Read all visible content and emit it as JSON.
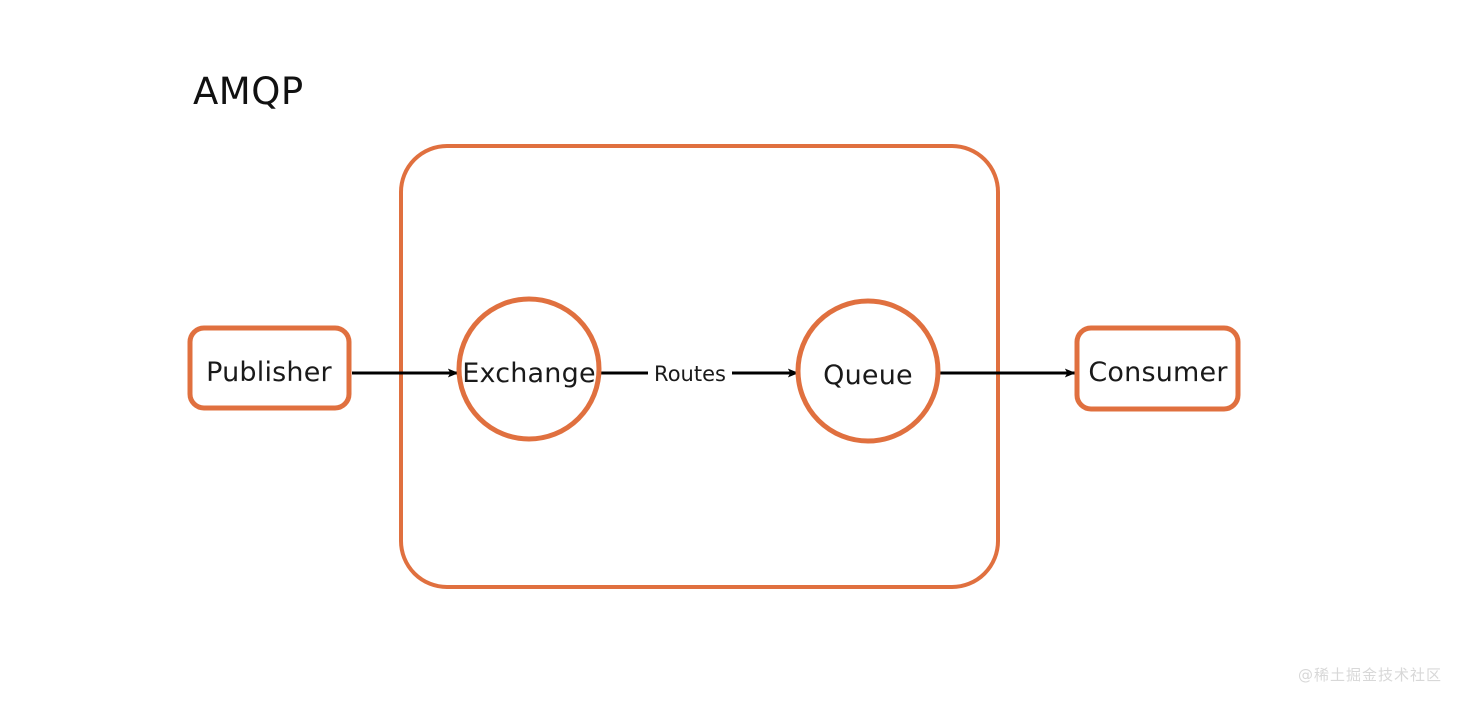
{
  "diagram": {
    "title": "AMQP",
    "background_color": "#ffffff",
    "accent_color": "#e0703f",
    "line_color": "#000000",
    "text_color": "#1a1a1a",
    "boundary": {
      "name": "amqp-broker-boundary",
      "label": ""
    },
    "nodes": [
      {
        "id": "publisher",
        "label": "Publisher",
        "shape": "rounded-rect"
      },
      {
        "id": "exchange",
        "label": "Exchange",
        "shape": "circle"
      },
      {
        "id": "queue",
        "label": "Queue",
        "shape": "circle"
      },
      {
        "id": "consumer",
        "label": "Consumer",
        "shape": "rounded-rect"
      }
    ],
    "edges": [
      {
        "id": "publisher-to-exchange",
        "from": "Publisher",
        "to": "Exchange",
        "label": ""
      },
      {
        "id": "exchange-to-queue",
        "from": "Exchange",
        "to": "Queue",
        "label": "Routes"
      },
      {
        "id": "queue-to-consumer",
        "from": "Queue",
        "to": "Consumer",
        "label": ""
      }
    ]
  },
  "watermark": {
    "text": "@稀土掘金技术社区"
  }
}
